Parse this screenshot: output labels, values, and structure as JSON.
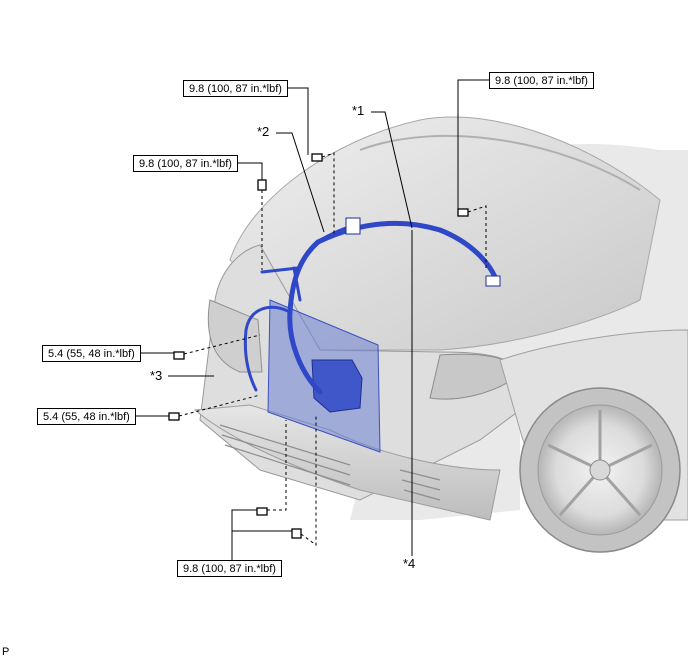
{
  "torque_labels": [
    "9.8 (100, 87 in.*lbf)",
    "9.8 (100, 87 in.*lbf)",
    "9.8 (100, 87 in.*lbf)",
    "5.4 (55, 48 in.*lbf)",
    "5.4 (55, 48 in.*lbf)",
    "9.8 (100, 87 in.*lbf)"
  ],
  "callouts": [
    "*1",
    "*2",
    "*3",
    "*4"
  ],
  "figure_code": "P",
  "colors": {
    "harness": "#2f48c8",
    "panel": "#6e82d4",
    "body_shade": "#d6d6d6",
    "outline": "#8a8a8a"
  }
}
